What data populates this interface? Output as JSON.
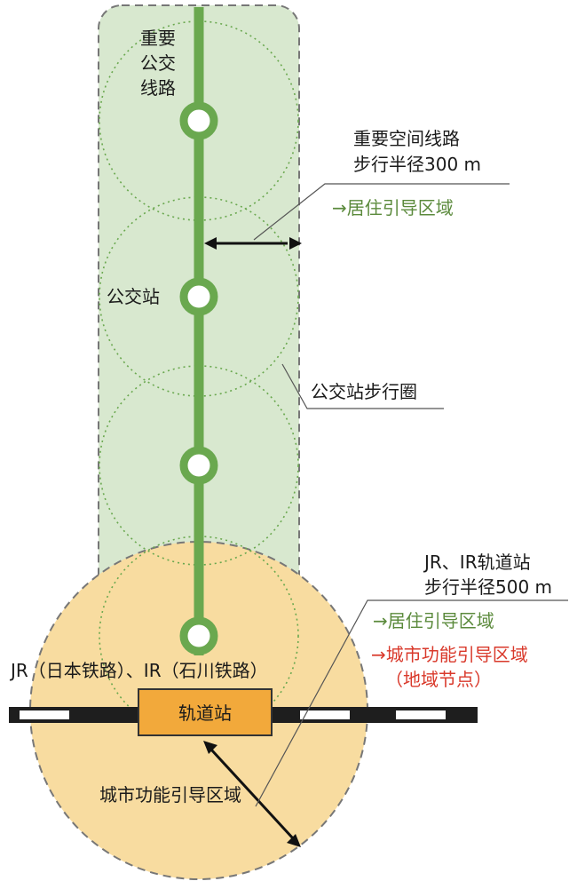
{
  "labels": {
    "bus_line": [
      "重要",
      "公交",
      "线路"
    ],
    "bus_stop": "公交站",
    "spatial_route_title_1": "重要空间线路",
    "spatial_route_title_2": "步行半径300 m",
    "residential_guide": "→居住引导区域",
    "bus_walk_circle": "公交站步行圈",
    "rail_station_title_1": "JR、IR轨道站",
    "rail_station_title_2": "步行半径500 m",
    "residential_guide_2": "→居住引导区域",
    "urban_function_guide": "→城市功能引导区域",
    "regional_node": "（地域节点）",
    "railways": "JR（日本铁路）、IR（石川铁路）",
    "rail_station": "轨道站",
    "urban_function_area": "城市功能引导区域"
  },
  "colors": {
    "green_corridor_fill": "#d8e8cf",
    "green_line": "#6aa84f",
    "orange_circle_fill": "#f8dca0",
    "station_box": "#f2a93b",
    "green_text": "#5b8a3c",
    "red_text": "#d9392b"
  }
}
